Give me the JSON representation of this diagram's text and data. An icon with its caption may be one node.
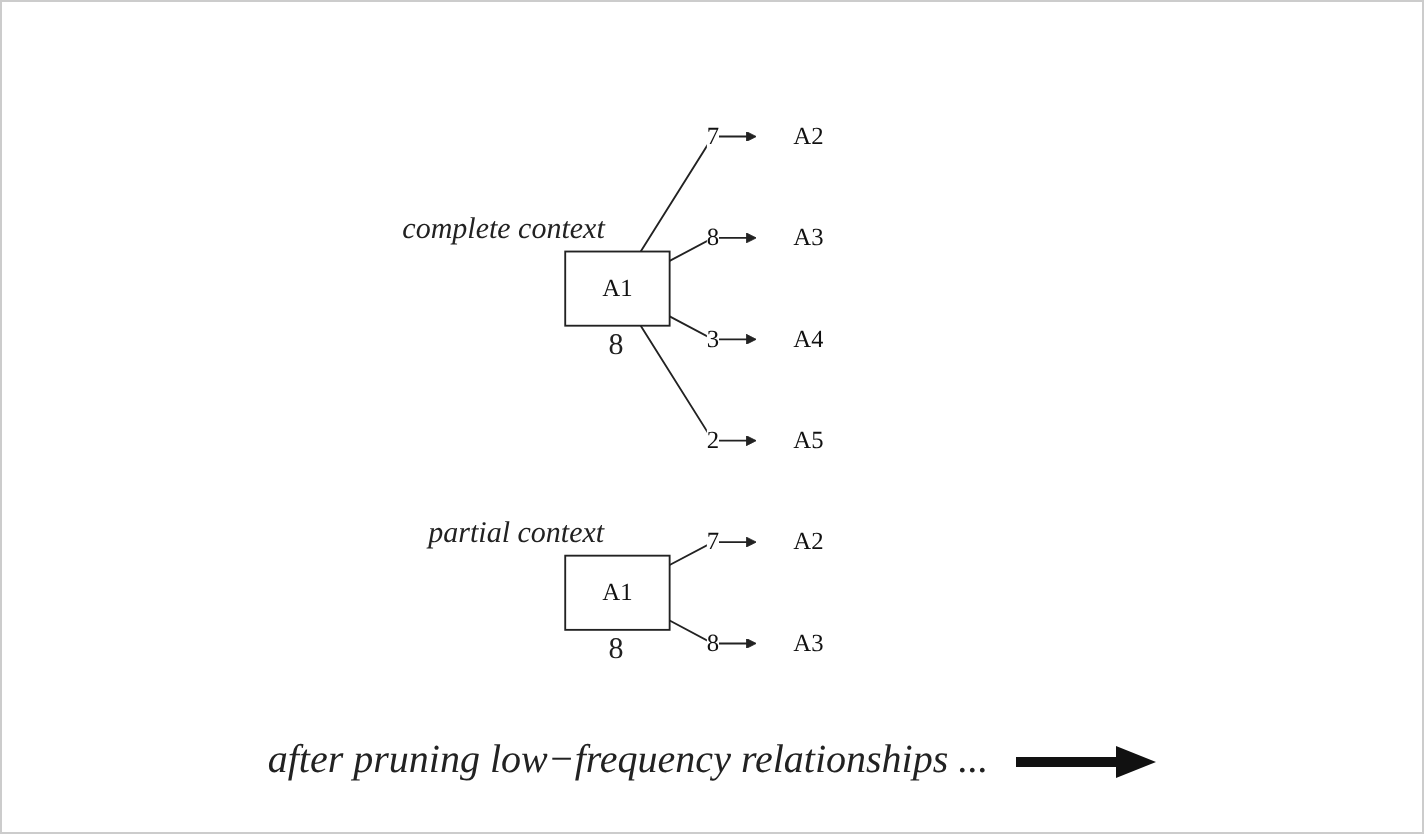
{
  "diagram": {
    "nodes": [
      {
        "text": [
          "A1"
        ],
        "beside": [
          "complete context",
          "8"
        ]
      },
      {
        "text": [
          "A2"
        ]
      },
      {
        "text": [
          "A3"
        ]
      },
      {
        "text": [
          "A4"
        ]
      },
      {
        "text": [
          "A5"
        ]
      },
      {
        "text": [
          "A1"
        ],
        "beside": [
          "partial context",
          "8"
        ]
      },
      {
        "text": [
          "A2"
        ]
      },
      {
        "text": [
          "A3"
        ]
      }
    ],
    "edges": [
      {
        "from": 0,
        "to": 1,
        "arrow": "to",
        "label": "7"
      },
      {
        "from": 0,
        "to": 2,
        "arrow": "to",
        "label": "8"
      },
      {
        "from": 0,
        "to": 3,
        "arrow": "to",
        "label": "3"
      },
      {
        "from": 0,
        "to": 4,
        "arrow": "to",
        "label": "2"
      },
      {
        "from": 5,
        "to": 6,
        "arrow": "to",
        "label": "7"
      },
      {
        "from": 5,
        "to": 7,
        "arrow": "to",
        "label": "8"
      }
    ],
    "labels": [
      "after pruning low−frequency relationships ..."
    ]
  }
}
